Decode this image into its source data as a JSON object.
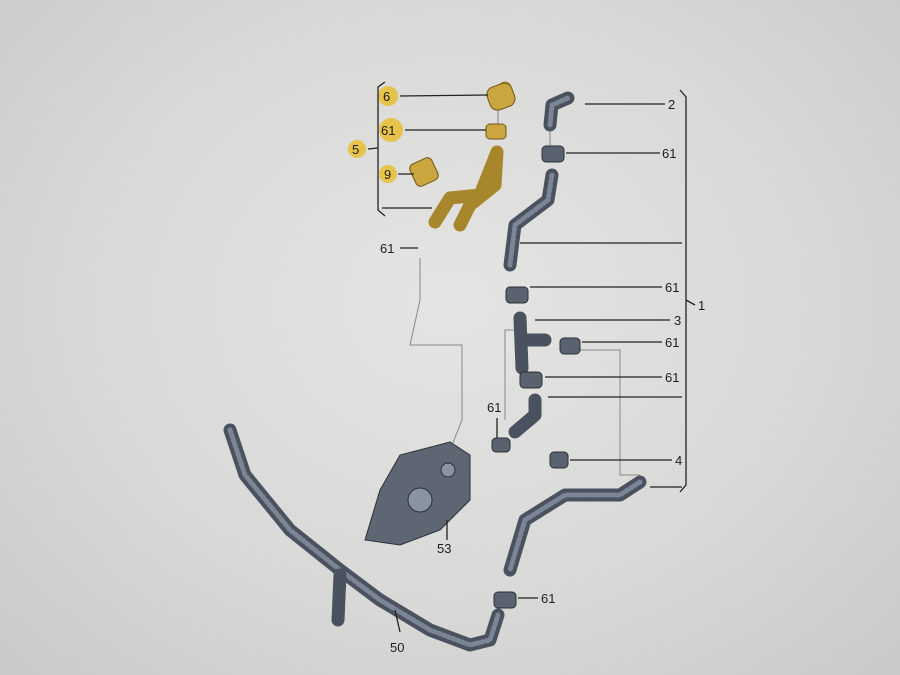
{
  "diagram": {
    "title": "Coolant hose exploded parts diagram",
    "highlight_color": "#e6c34a",
    "part_labels": {
      "p6": "6",
      "p61_yellow": "61",
      "p5": "5",
      "p9": "9",
      "p2": "2",
      "p61_a": "61",
      "p61_b": "61",
      "p61_c": "61",
      "p3": "3",
      "p1": "1",
      "p61_d": "61",
      "p61_e": "61",
      "p61_f": "61",
      "p4": "4",
      "p53": "53",
      "p61_g": "61",
      "p50": "50"
    }
  }
}
